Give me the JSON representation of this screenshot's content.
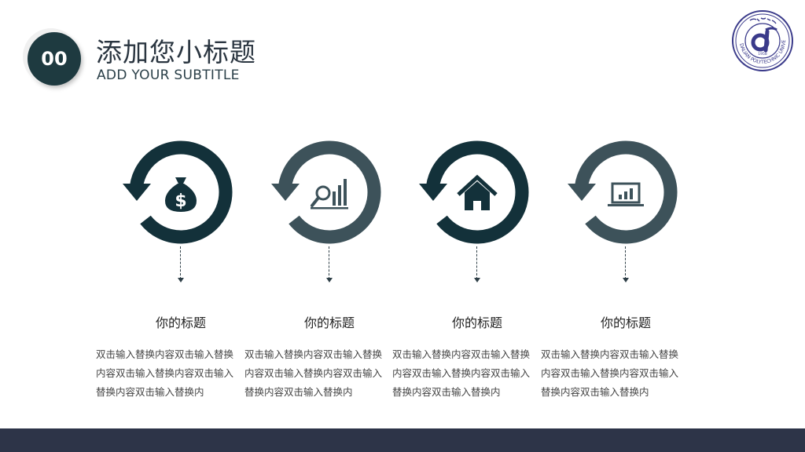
{
  "header": {
    "badge": "00",
    "title": "添加您小标题",
    "subtitle": "ADD YOUR SUBTITLE"
  },
  "logo": {
    "year": "1958",
    "arc_text": "DALIAN POLYTECHNIC UNIVERSITY",
    "colors": {
      "ring": "#3a3a8a"
    }
  },
  "colors": {
    "dark": "#13313a",
    "slate": "#3d525a",
    "footer": "#2d3448"
  },
  "items": [
    {
      "icon": "money-bag-icon",
      "color": "#13313a",
      "label": "你的标题",
      "desc": "双击输入替换内容双击输入替换内容双击输入替换内容双击输入替换内容双击输入替换内"
    },
    {
      "icon": "analytics-chart-icon",
      "color": "#3d525a",
      "label": "你的标题",
      "desc": "双击输入替换内容双击输入替换内容双击输入替换内容双击输入替换内容双击输入替换内"
    },
    {
      "icon": "home-icon",
      "color": "#13313a",
      "label": "你的标题",
      "desc": "双击输入替换内容双击输入替换内容双击输入替换内容双击输入替换内容双击输入替换内"
    },
    {
      "icon": "laptop-chart-icon",
      "color": "#3d525a",
      "label": "你的标题",
      "desc": "双击输入替换内容双击输入替换内容双击输入替换内容双击输入替换内容双击输入替换内"
    }
  ]
}
